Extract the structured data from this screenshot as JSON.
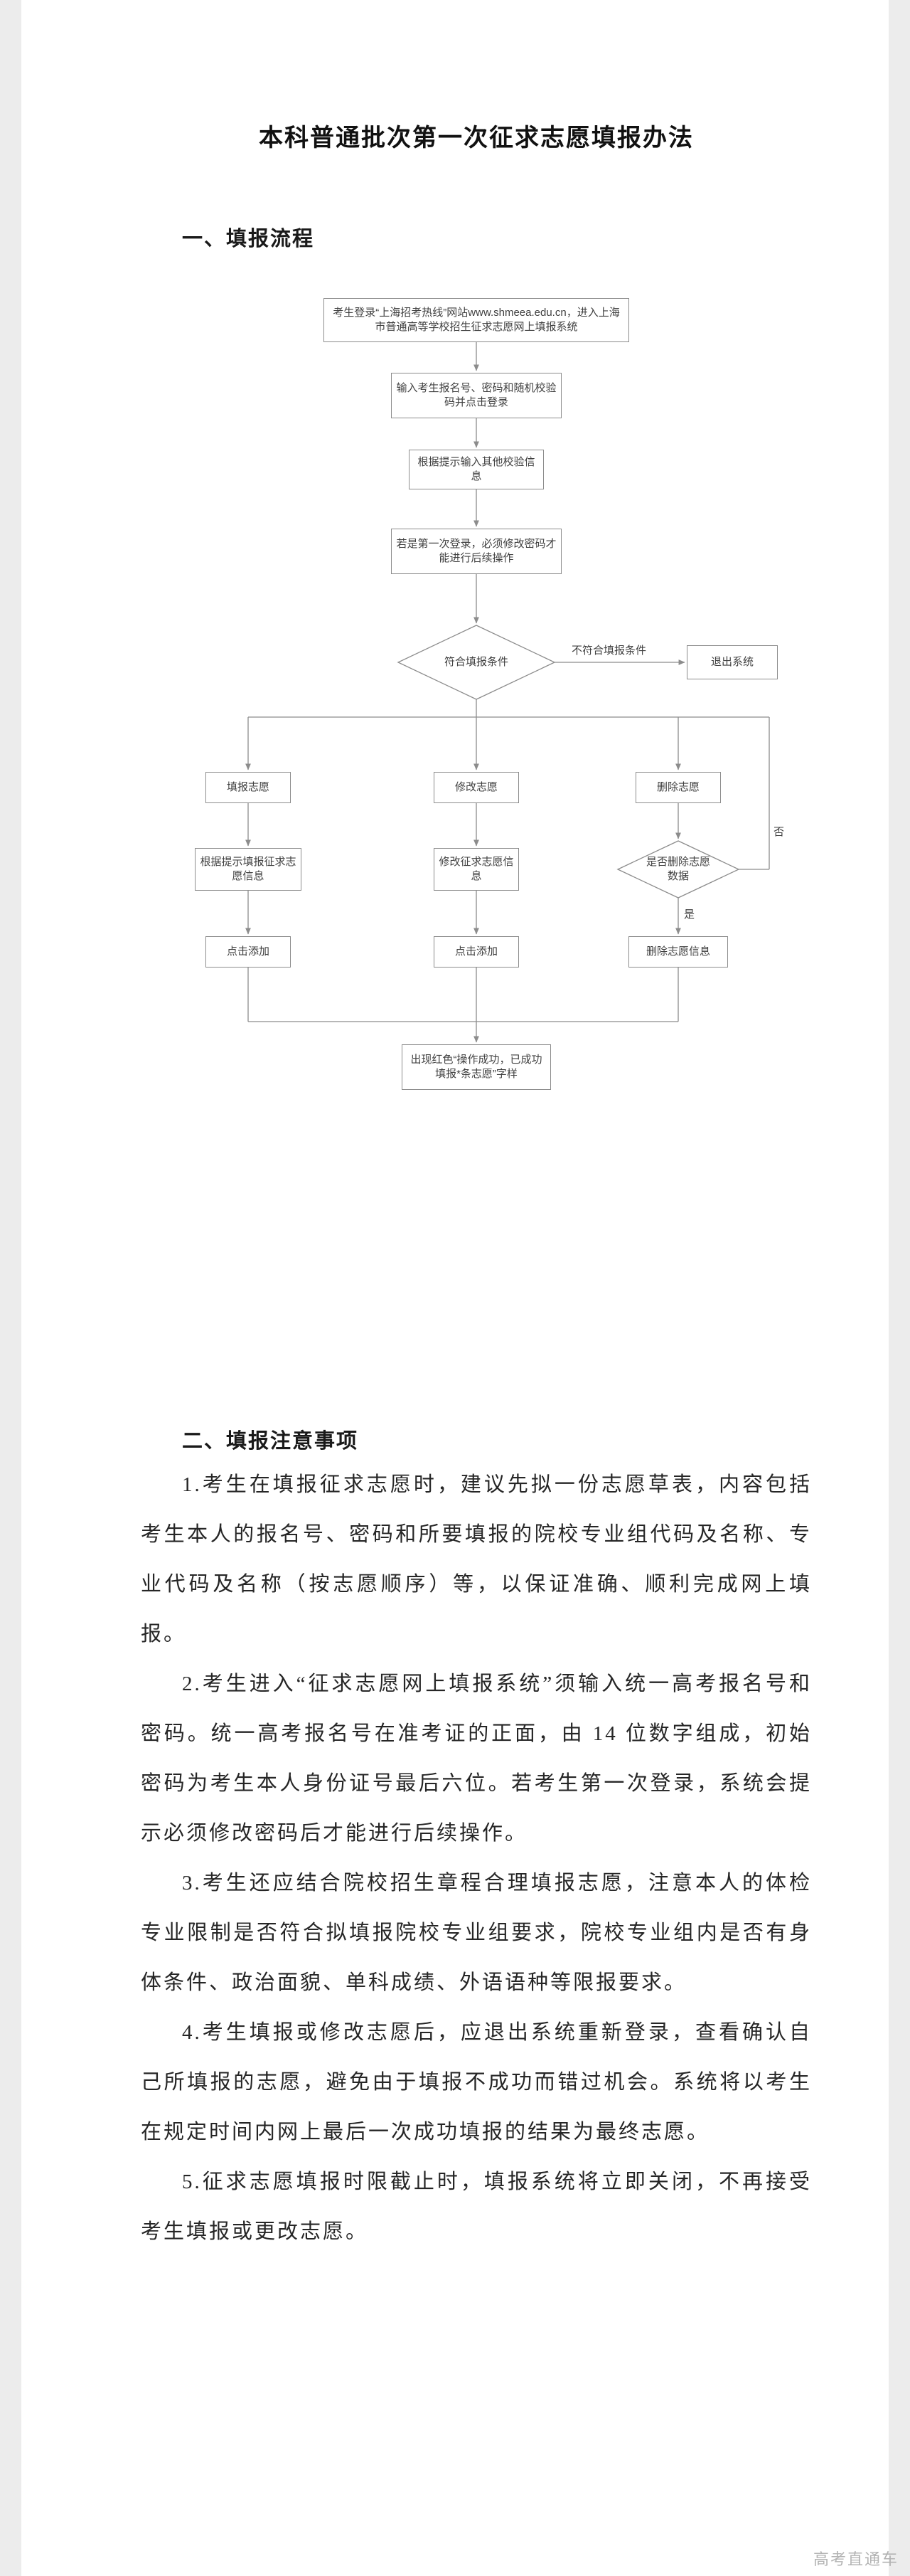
{
  "doc": {
    "title": "本科普通批次第一次征求志愿填报办法",
    "watermark": "高考直通车"
  },
  "section1": {
    "heading": "一、填报流程"
  },
  "flowchart": {
    "login": "考生登录“上海招考热线”网站www.shmeea.edu.cn，进入上海市普通高等学校招生征求志愿网上填报系统",
    "enter_credentials": "输入考生报名号、密码和随机校验码并点击登录",
    "extra_verification": "根据提示输入其他校验信息",
    "first_login_note": "若是第一次登录，必须修改密码才能进行后续操作",
    "eligible_decision": "符合填报条件",
    "not_eligible_label": "不符合填报条件",
    "exit_system": "退出系统",
    "fill_volunteer": "填报志愿",
    "modify_volunteer": "修改志愿",
    "delete_volunteer": "删除志愿",
    "fill_info": "根据提示填报征求志愿信息",
    "modify_info": "修改征求志愿信息",
    "delete_decision": "是否删除志愿数据",
    "no_label": "否",
    "yes_label": "是",
    "click_add_left": "点击添加",
    "click_add_middle": "点击添加",
    "delete_info": "删除志愿信息",
    "success_message": "出现红色“操作成功，已成功填报*条志愿”字样"
  },
  "section2": {
    "heading": "二、填报注意事项",
    "paragraphs": [
      "1.考生在填报征求志愿时，建议先拟一份志愿草表，内容包括考生本人的报名号、密码和所要填报的院校专业组代码及名称、专业代码及名称（按志愿顺序）等，以保证准确、顺利完成网上填报。",
      "2.考生进入“征求志愿网上填报系统”须输入统一高考报名号和密码。统一高考报名号在准考证的正面，由 14 位数字组成，初始密码为考生本人身份证号最后六位。若考生第一次登录，系统会提示必须修改密码后才能进行后续操作。",
      "3.考生还应结合院校招生章程合理填报志愿，注意本人的体检专业限制是否符合拟填报院校专业组要求，院校专业组内是否有身体条件、政治面貌、单科成绩、外语语种等限报要求。",
      "4.考生填报或修改志愿后，应退出系统重新登录，查看确认自己所填报的志愿，避免由于填报不成功而错过机会。系统将以考生在规定时间内网上最后一次成功填报的结果为最终志愿。",
      "5.征求志愿填报时限截止时，填报系统将立即关闭，不再接受考生填报或更改志愿。"
    ]
  }
}
